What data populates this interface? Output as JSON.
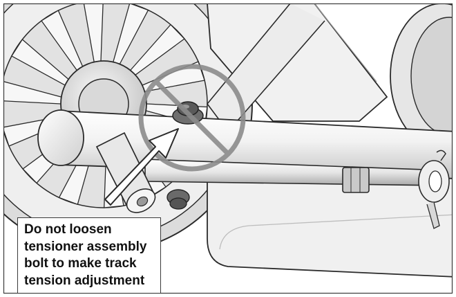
{
  "caption": {
    "lines": [
      "Do not loosen",
      "tensioner assembly",
      "bolt to make track",
      "tension adjustment"
    ]
  },
  "illustration": {
    "subject": "tensioner-assembly",
    "prohibition_symbol": "no-symbol-circle-slash",
    "pointer": "arrow-icon",
    "colors": {
      "line": "#2a2a2a",
      "fill_light": "#f4f4f4",
      "fill_mid": "#d2d2d2",
      "fill_dark": "#8a8a8a",
      "prohibition": "#8c8c8c",
      "background": "#ffffff"
    }
  }
}
